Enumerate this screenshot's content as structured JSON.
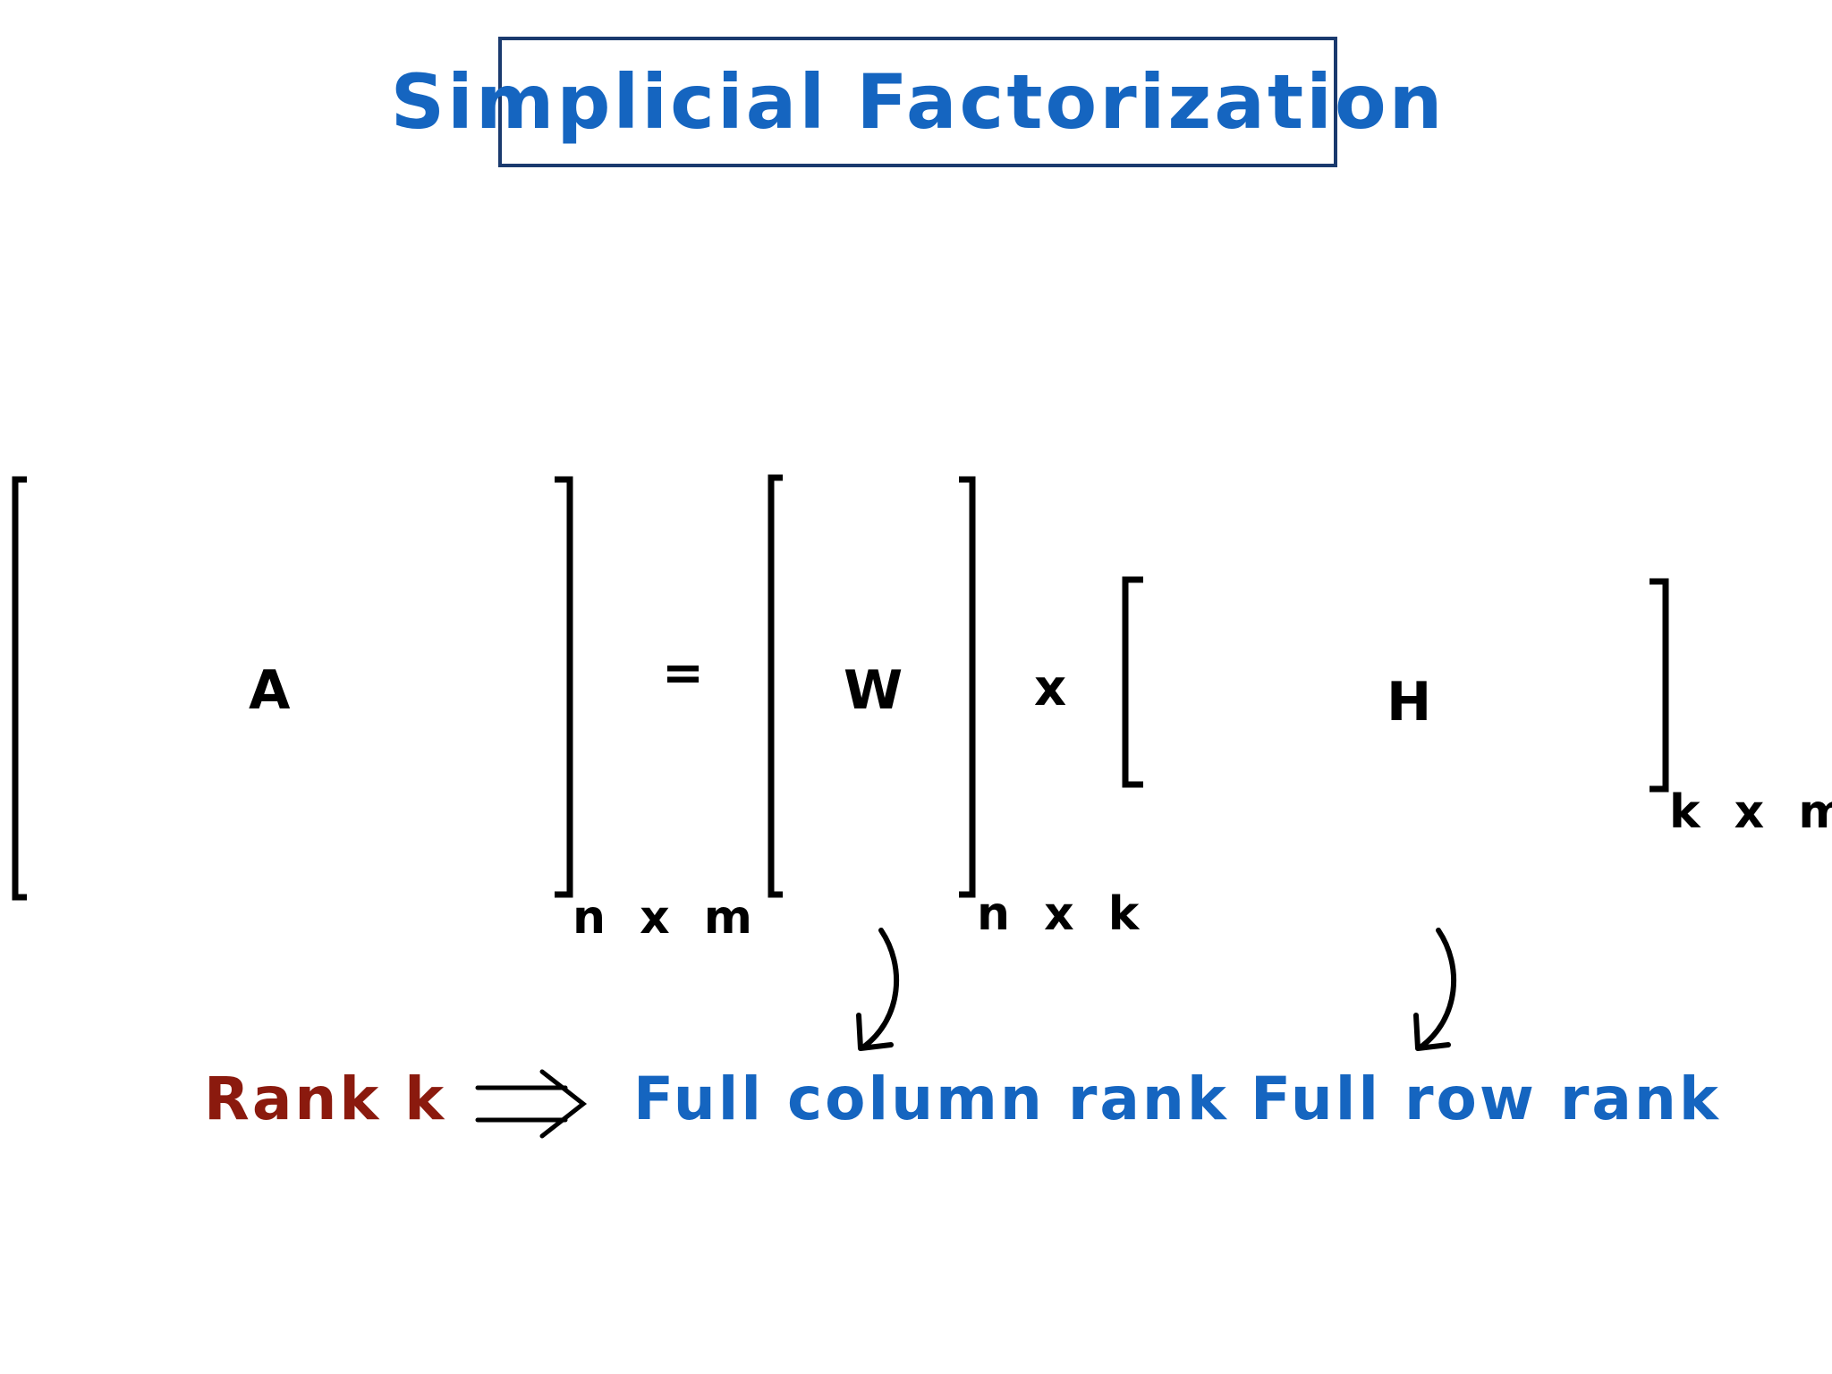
{
  "title": "Simplicial Factorization",
  "equation": {
    "matrix_a": {
      "label": "A",
      "dims": "n x m"
    },
    "equals": "=",
    "matrix_w": {
      "label": "W",
      "dims": "n x k"
    },
    "times": "x",
    "matrix_h": {
      "label": "H",
      "dims": "k x m"
    }
  },
  "bottom": {
    "rank": "Rank k",
    "w_property": "Full column rank",
    "h_property": "Full row rank"
  },
  "colors": {
    "title_text": "#1565c0",
    "title_border": "#1a3a6e",
    "rank_text": "#8b1a0e",
    "property_text": "#1565c0",
    "ink": "#000000"
  },
  "icons": [
    "implies-arrow-icon",
    "curved-down-arrow-icon"
  ]
}
